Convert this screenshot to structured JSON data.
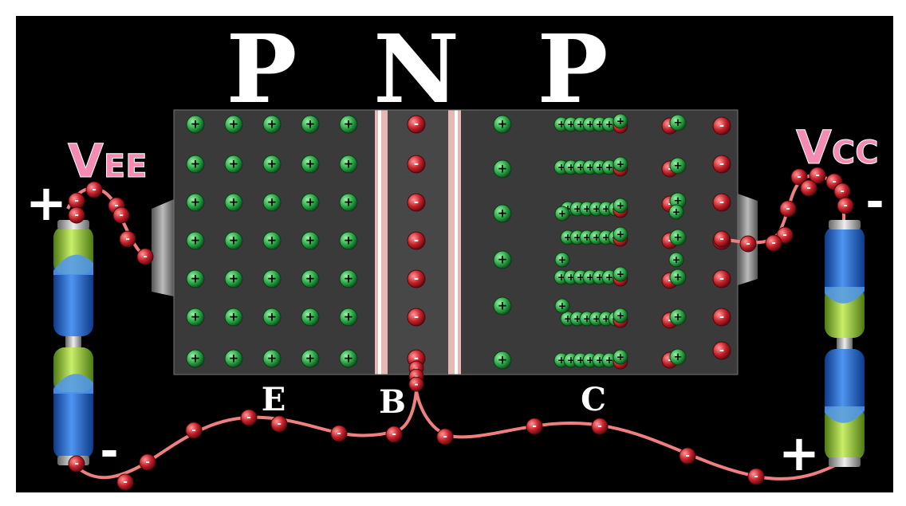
{
  "regions": {
    "left": "P",
    "middle": "N",
    "right": "P"
  },
  "terminals": {
    "emitter": "E",
    "base": "B",
    "collector": "C"
  },
  "supplies": {
    "vee": {
      "main": "V",
      "sub": "EE"
    },
    "vcc": {
      "main": "V",
      "sub": "CC"
    }
  },
  "polarity": {
    "vee_top": "+",
    "vee_bottom": "-",
    "vcc_top": "-",
    "vcc_bottom": "+"
  },
  "carriers": {
    "hole_sign": "+",
    "electron_sign": "-"
  },
  "colors": {
    "background": "#000000",
    "crystal": "#3a3a3a",
    "hole": "#2fa84a",
    "electron": "#c8202a",
    "wire": "#f08080",
    "label_pink": "#f58bb3",
    "battery_blue": "#2b6fd1",
    "battery_green": "#9ccc3b"
  }
}
